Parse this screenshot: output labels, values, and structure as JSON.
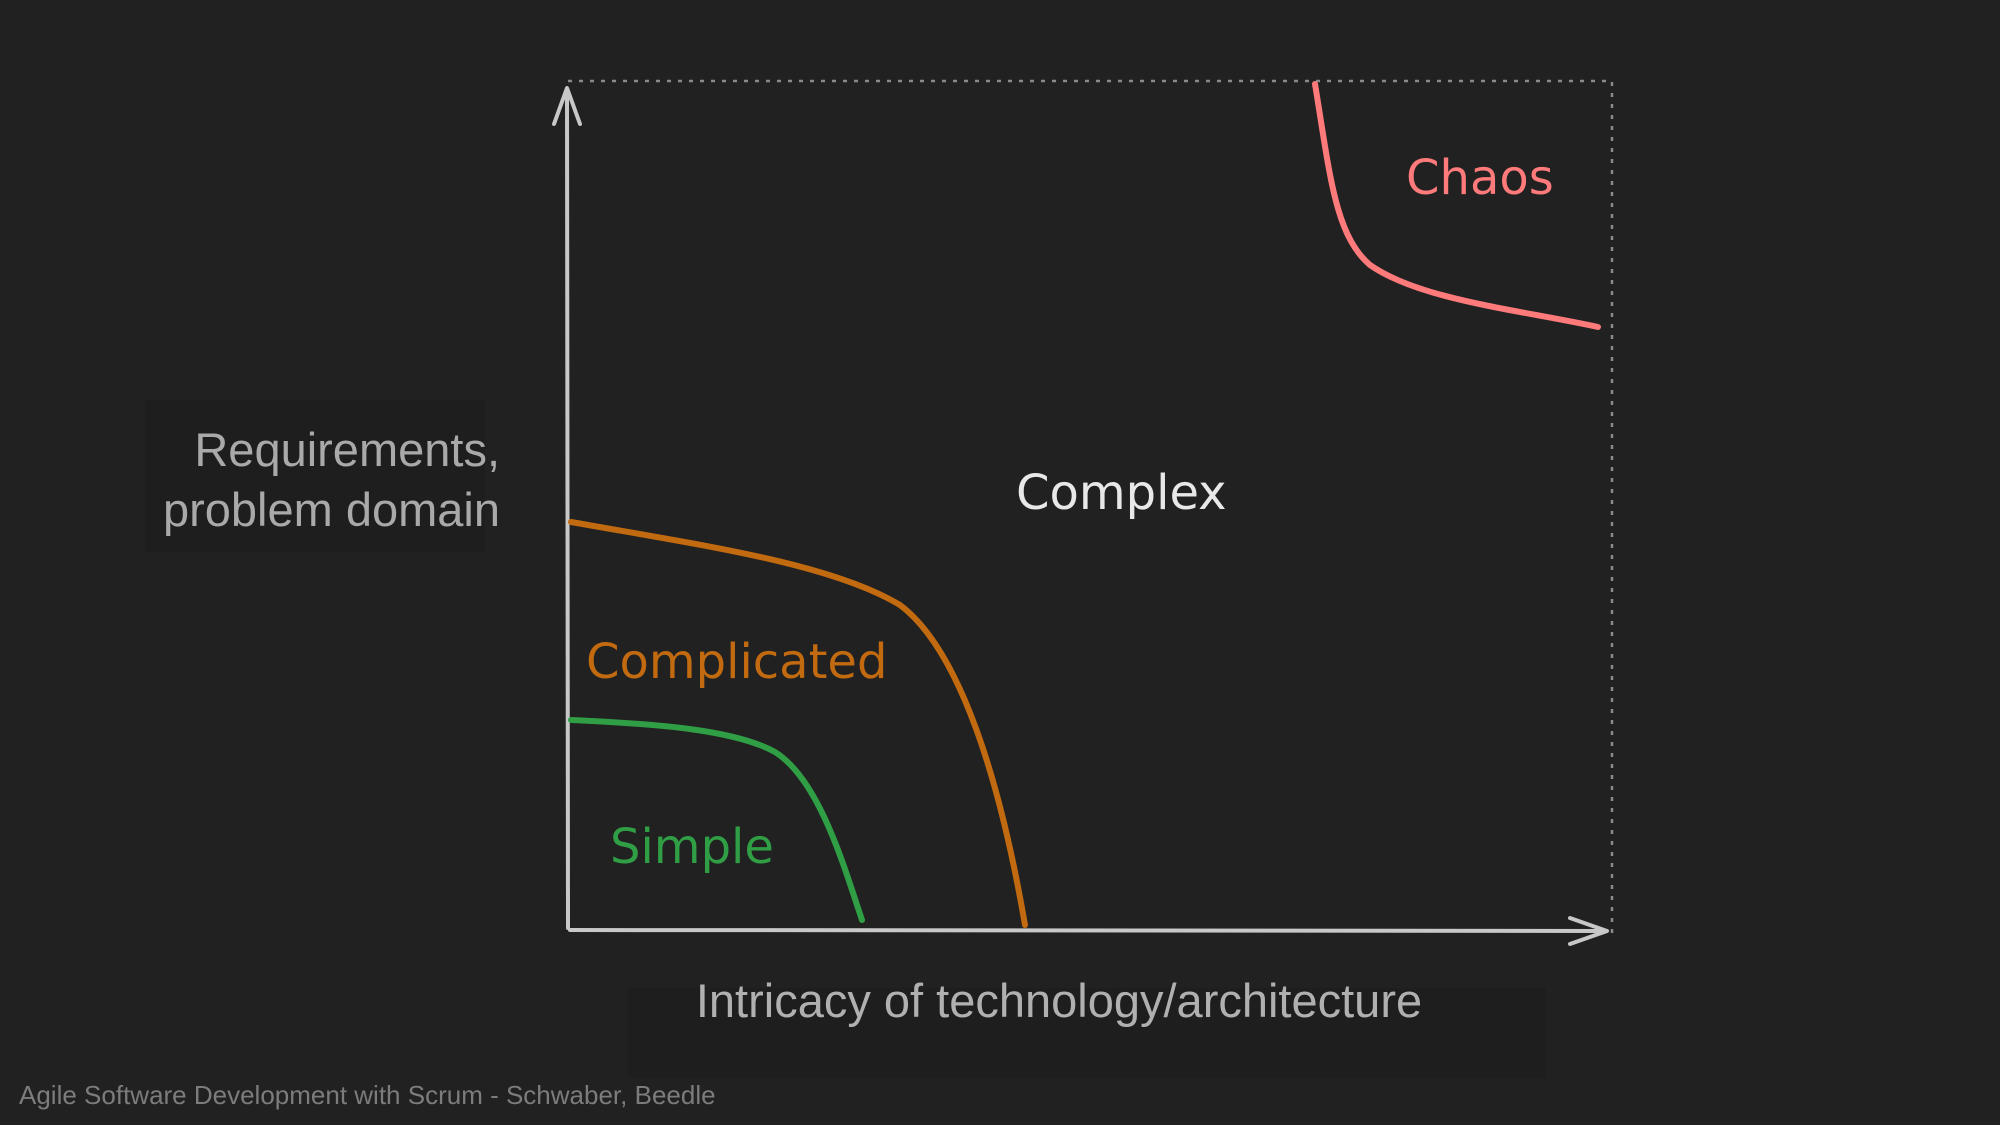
{
  "diagram": {
    "y_axis_label_line1": "Requirements,",
    "y_axis_label_line2": "problem domain",
    "x_axis_label": "Intricacy of technology/architecture",
    "regions": {
      "simple": "Simple",
      "complicated": "Complicated",
      "complex": "Complex",
      "chaos": "Chaos"
    },
    "colors": {
      "background": "#212121",
      "axis": "#c8c8c8",
      "simple": "#2f9e44",
      "complicated": "#c26a10",
      "complex": "#e8e8e8",
      "chaos": "#ff7a7a"
    }
  },
  "citation": "Agile Software Development with Scrum - Schwaber, Beedle"
}
